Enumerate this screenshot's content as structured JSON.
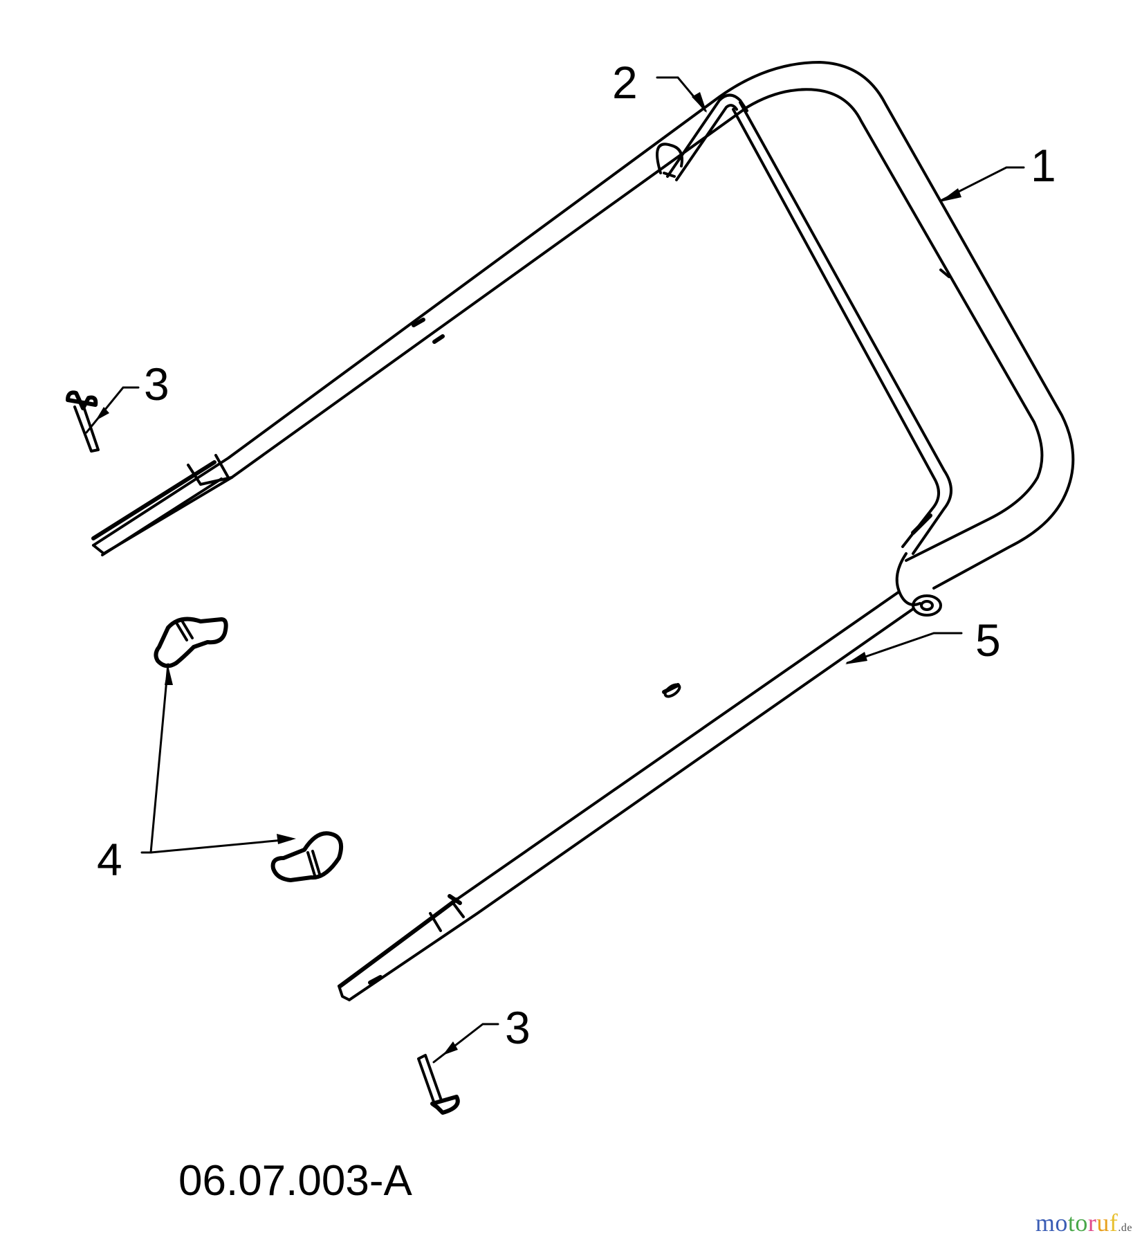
{
  "diagram": {
    "figure_id": "06.07.003-A",
    "callouts": [
      {
        "number": "1",
        "part": "upper-handle"
      },
      {
        "number": "2",
        "part": "cable-guide-wire"
      },
      {
        "number": "3",
        "part": "carriage-bolt-left"
      },
      {
        "number": "3",
        "part": "carriage-bolt-bottom"
      },
      {
        "number": "4",
        "part": "wing-knobs"
      },
      {
        "number": "5",
        "part": "lower-handle"
      }
    ]
  },
  "watermark": {
    "letters": [
      {
        "ch": "m",
        "color": "#3a5db5"
      },
      {
        "ch": "o",
        "color": "#3a5db5"
      },
      {
        "ch": "t",
        "color": "#4aa84a"
      },
      {
        "ch": "o",
        "color": "#4aa84a"
      },
      {
        "ch": "r",
        "color": "#e04a8c"
      },
      {
        "ch": "u",
        "color": "#e8a020"
      },
      {
        "ch": "f",
        "color": "#e8c030"
      }
    ],
    "tld": ".de"
  }
}
